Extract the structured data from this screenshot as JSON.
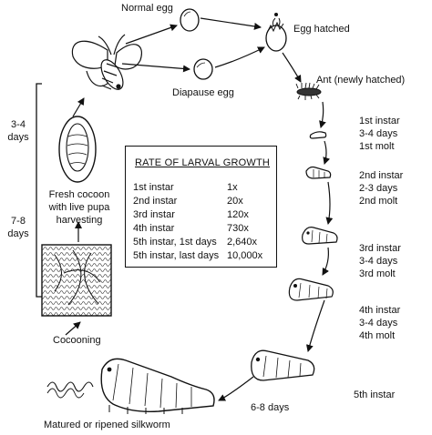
{
  "labels": {
    "normal_egg": "Normal egg",
    "egg_hatched": "Egg hatched",
    "diapause_egg": "Diapause egg",
    "ant": "Ant (newly hatched)",
    "fresh_cocoon": [
      "Fresh cocoon",
      "with live pupa",
      "harvesting"
    ],
    "cocooning": "Cocooning",
    "matured": "Matured or ripened silkworm",
    "days_6_8": "6-8 days"
  },
  "duration_labels": {
    "upper": [
      "3-4",
      "days"
    ],
    "lower": [
      "7-8",
      "days"
    ]
  },
  "instars": [
    [
      "1st instar",
      "3-4 days",
      "1st molt"
    ],
    [
      "2nd instar",
      "2-3 days",
      "2nd molt"
    ],
    [
      "3rd instar",
      "3-4 days",
      "3rd molt"
    ],
    [
      "4th instar",
      "3-4 days",
      "4th molt"
    ],
    [
      "5th instar"
    ]
  ],
  "growth_table": {
    "title": "RATE  OF  LARVAL  GROWTH",
    "rows": [
      {
        "stage": "1st instar",
        "rate": "1x"
      },
      {
        "stage": "2nd instar",
        "rate": "20x"
      },
      {
        "stage": "3rd instar",
        "rate": "120x"
      },
      {
        "stage": "4th instar",
        "rate": "730x"
      },
      {
        "stage": "5th  instar,  1st days",
        "rate": "2,640x"
      },
      {
        "stage": "5th  instar,  last days",
        "rate": "10,000x"
      }
    ]
  }
}
